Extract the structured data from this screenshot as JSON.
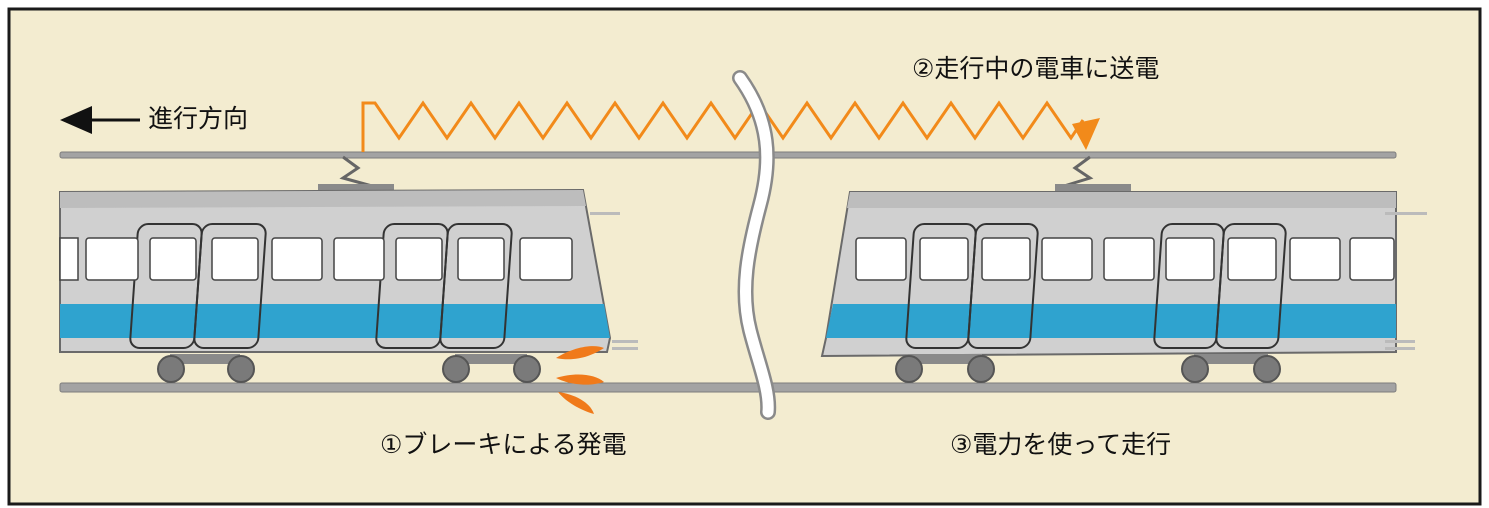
{
  "labels": {
    "direction": "進行方向",
    "step1": "①ブレーキによる発電",
    "step2": "②走行中の電車に送電",
    "step3": "③電力を使って走行"
  },
  "colors": {
    "background": "#f3ecd0",
    "frame": "#1a1a1a",
    "rail": "#9a9a9a",
    "wire": "#9a9a9a",
    "car_body": "#cfcfcf",
    "car_stripe": "#2fa3cf",
    "window": "#ffffff",
    "wheel": "#7a7a7a",
    "power_line": "#f28a1a",
    "spark": "#f07a1a",
    "break_mark": "#ffffff"
  },
  "icons": {
    "direction_arrow": "left-arrow-icon",
    "sparks": "spark-icon",
    "break_mark": "wavy-break-icon"
  }
}
